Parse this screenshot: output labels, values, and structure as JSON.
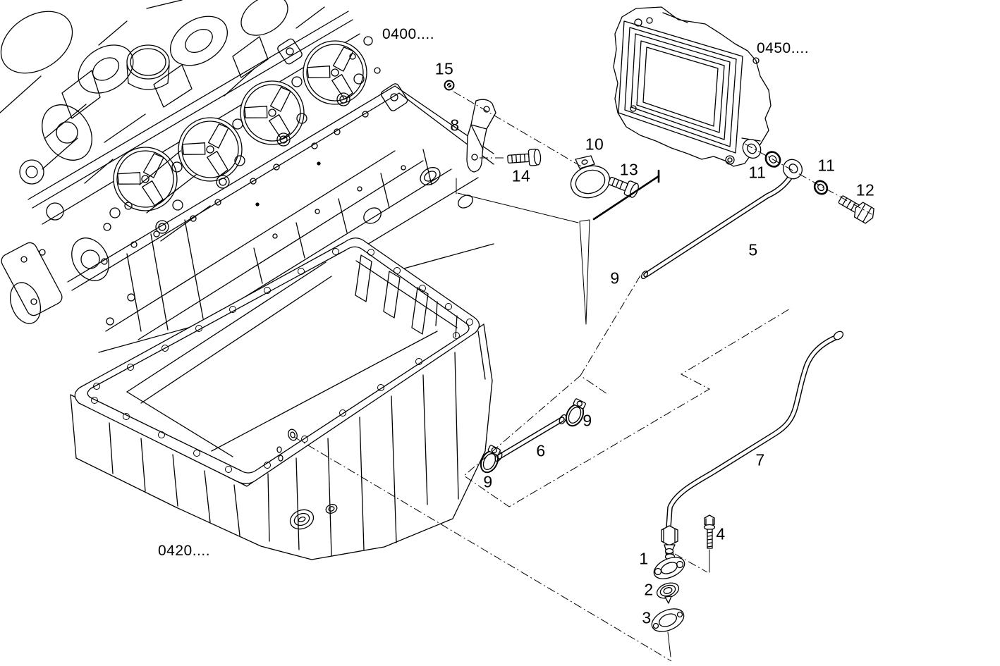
{
  "diagram": {
    "background_color": "#ffffff",
    "line_color": "#000000",
    "labels": {
      "s0400": "0400....",
      "s0420": "0420....",
      "s0450": "0450....",
      "n1": "1",
      "n2": "2",
      "n3": "3",
      "n4": "4",
      "n5": "5",
      "n6": "6",
      "n7": "7",
      "n8": "8",
      "n9a": "9",
      "n9b": "9",
      "n9c": "9",
      "n10": "10",
      "n11a": "11",
      "n11b": "11",
      "n12": "12",
      "n13": "13",
      "n14": "14",
      "n15": "15"
    }
  }
}
